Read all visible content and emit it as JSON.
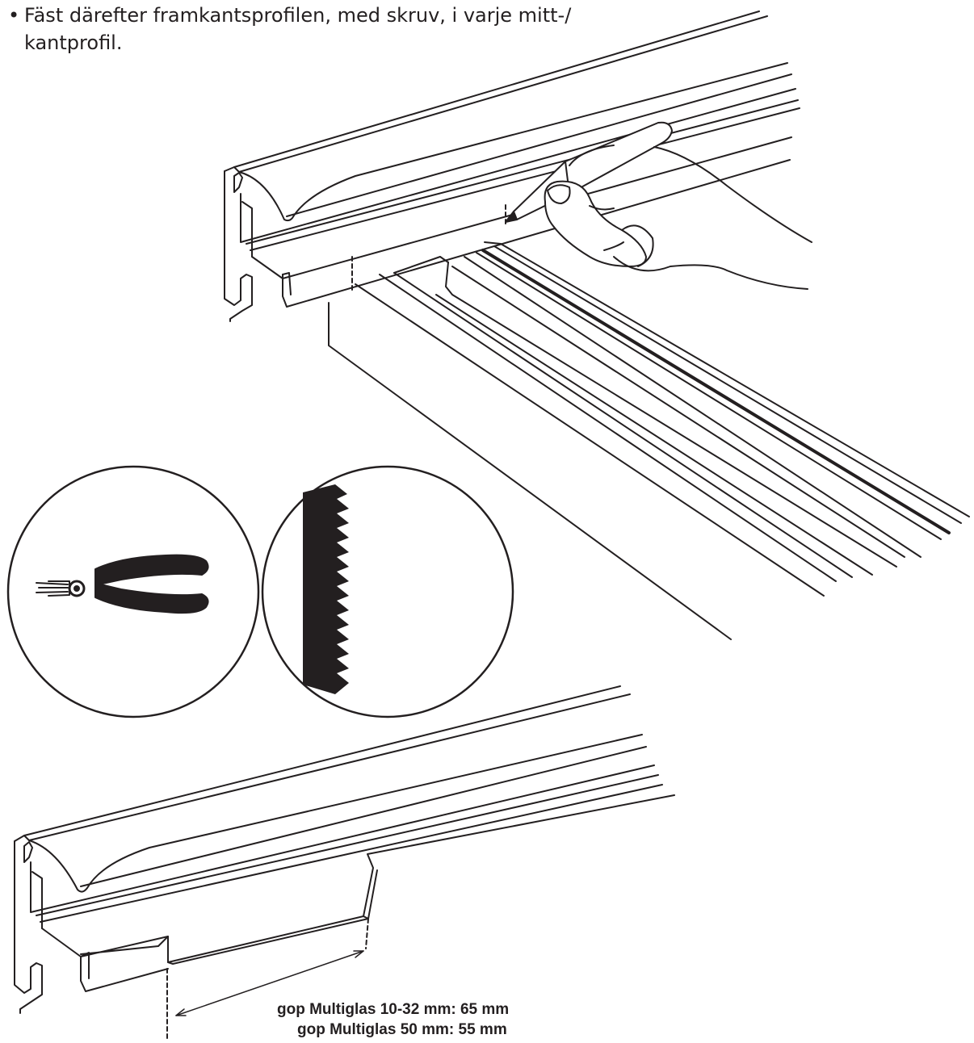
{
  "instruction": {
    "bullet": "•",
    "text": "Fäst därefter framkantsprofilen, med skruv, i varje mitt-/ kantprofil."
  },
  "tools": [
    {
      "name": "pliers",
      "icon": "pliers-icon"
    },
    {
      "name": "saw",
      "icon": "saw-blade-icon"
    }
  ],
  "dimension_labels": [
    "gop Multiglas 10-32 mm: 65 mm",
    "gop Multiglas 50 mm: 55 mm"
  ],
  "colors": {
    "ink": "#231f20",
    "paper": "#ffffff"
  }
}
